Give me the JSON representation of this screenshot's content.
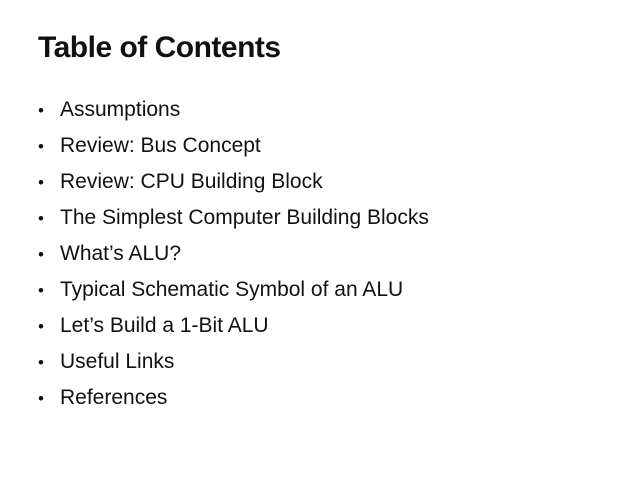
{
  "slide": {
    "title": "Table of Contents",
    "bullet_glyph": "•",
    "bullets": [
      "Assumptions",
      "Review: Bus Concept",
      "Review: CPU Building Block",
      "The Simplest Computer Building Blocks",
      "What’s ALU?",
      "Typical Schematic Symbol of an ALU",
      "Let’s Build a 1-Bit ALU",
      "Useful Links",
      "References"
    ],
    "colors": {
      "background": "#ffffff",
      "text": "#111111"
    }
  }
}
